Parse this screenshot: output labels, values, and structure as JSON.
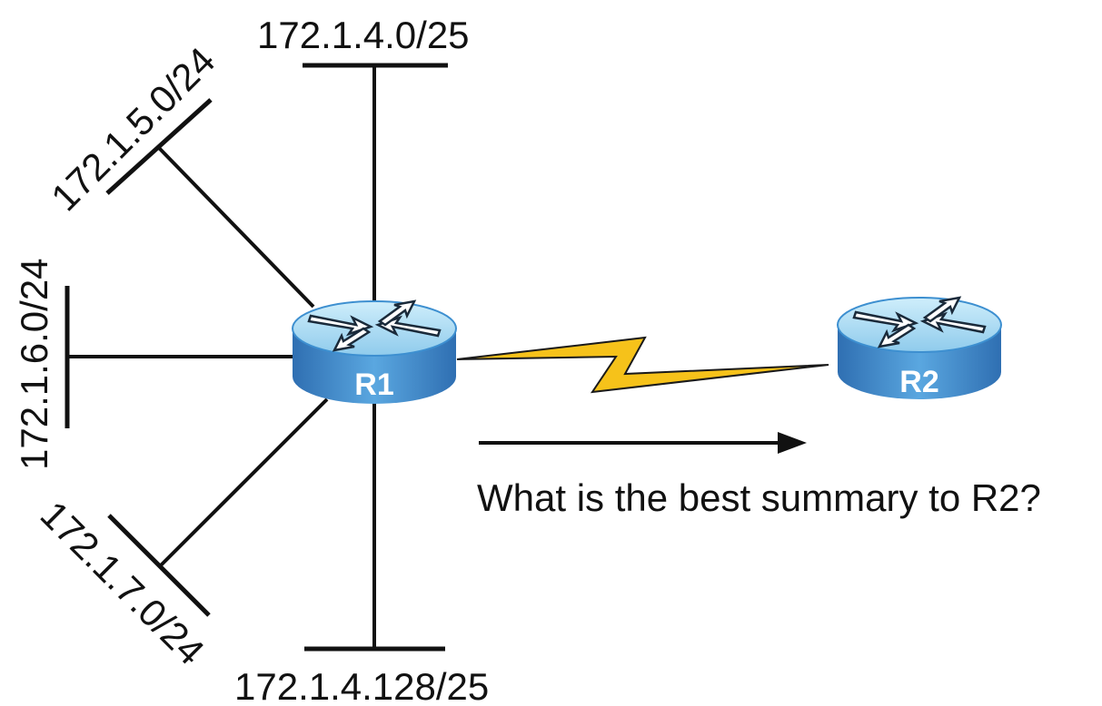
{
  "networks": {
    "top": "172.1.4.0/25",
    "upper_left": "172.1.5.0/24",
    "left": "172.1.6.0/24",
    "lower_left": "172.1.7.0/24",
    "bottom": "172.1.4.128/25"
  },
  "routers": {
    "r1": "R1",
    "r2": "R2"
  },
  "question": "What is the best summary to R2?",
  "colors": {
    "router_top": "#a9dcf2",
    "router_side": "#3d8fd0",
    "serial_link": "#f6c21a"
  },
  "icons": {
    "router": "router-icon",
    "serial": "serial-link-icon",
    "arrow": "arrow-right-icon"
  }
}
